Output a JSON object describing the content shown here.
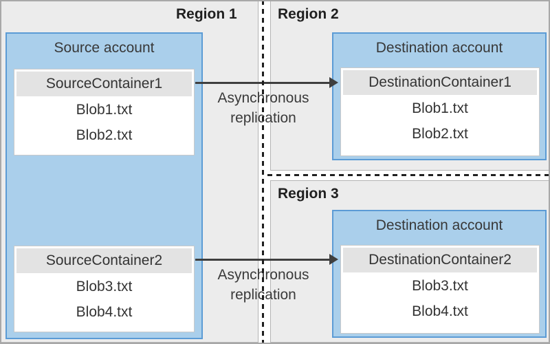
{
  "diagram": {
    "regions": [
      {
        "label": "Region 1",
        "account": {
          "title": "Source account",
          "containers": [
            {
              "name": "SourceContainer1",
              "blobs": [
                "Blob1.txt",
                "Blob2.txt"
              ]
            },
            {
              "name": "SourceContainer2",
              "blobs": [
                "Blob3.txt",
                "Blob4.txt"
              ]
            }
          ]
        }
      },
      {
        "label": "Region 2",
        "account": {
          "title": "Destination account",
          "containers": [
            {
              "name": "DestinationContainer1",
              "blobs": [
                "Blob1.txt",
                "Blob2.txt"
              ]
            }
          ]
        }
      },
      {
        "label": "Region 3",
        "account": {
          "title": "Destination account",
          "containers": [
            {
              "name": "DestinationContainer2",
              "blobs": [
                "Blob3.txt",
                "Blob4.txt"
              ]
            }
          ]
        }
      }
    ],
    "arrows": [
      {
        "lines": [
          "Asynchronous",
          "replication"
        ]
      },
      {
        "lines": [
          "Asynchronous",
          "replication"
        ]
      }
    ],
    "colors": {
      "account_fill": "#aacfeb",
      "account_border": "#5b9bd5",
      "region_fill": "#ececec",
      "region_border": "#b3b3b3",
      "container_header": "#e3e3e3",
      "arrow": "#3f3f3f",
      "dashed_line": "#1f1f1f",
      "frame_border": "#a8a8a8"
    }
  }
}
